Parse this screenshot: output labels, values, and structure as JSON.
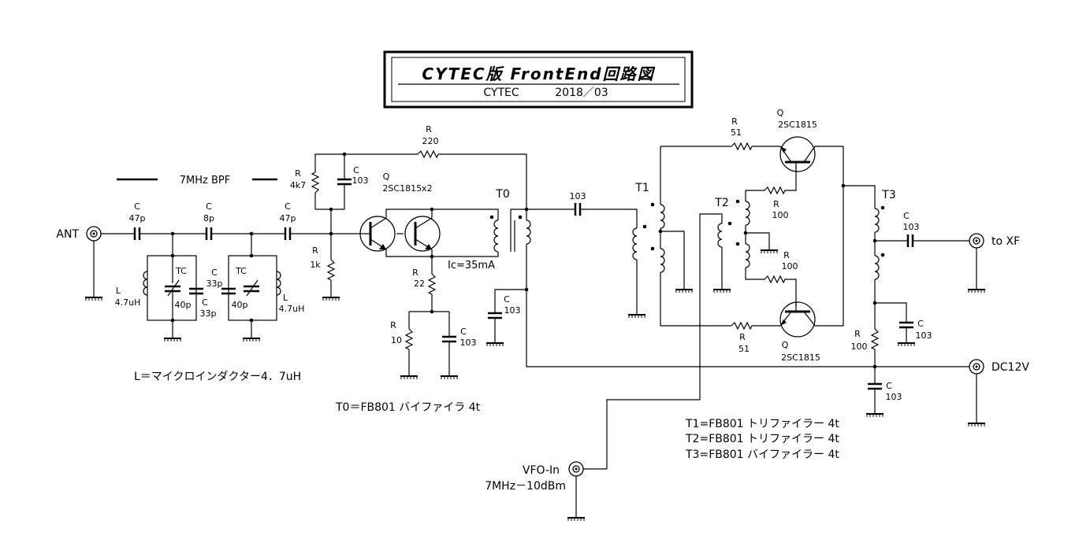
{
  "title": {
    "main": "CYTEC版 FrontEnd回路図",
    "author": "CYTEC",
    "date": "2018／03"
  },
  "bpf_label": "7MHz BPF",
  "ports": {
    "ant": "ANT",
    "to_xf": "to XF",
    "dc12v": "DC12V",
    "vfo_in": "VFO-In",
    "vfo_level": "7MHz－10dBm"
  },
  "components": {
    "c1": {
      "ref": "C",
      "value": "47p"
    },
    "c2": {
      "ref": "C",
      "value": "8p"
    },
    "c3": {
      "ref": "C",
      "value": "47p"
    },
    "l1": {
      "ref": "L",
      "value": "4.7uH"
    },
    "tc1": {
      "ref": "TC",
      "value": "40p"
    },
    "c4": {
      "ref": "C",
      "value": "33p"
    },
    "c5": {
      "ref": "C",
      "value": "33p"
    },
    "tc2": {
      "ref": "TC",
      "value": "40p"
    },
    "l2": {
      "ref": "L",
      "value": "4.7uH"
    },
    "r_bias_top": {
      "ref": "R",
      "value": "4k7"
    },
    "c_bias": {
      "ref": "C",
      "value": "103"
    },
    "r_bias_bot": {
      "ref": "R",
      "value": "1k"
    },
    "r_fb": {
      "ref": "R",
      "value": "220"
    },
    "q1": {
      "ref": "Q",
      "value": "2SC1815x2"
    },
    "r_e1": {
      "ref": "R",
      "value": "22"
    },
    "r_e2": {
      "ref": "R",
      "value": "10"
    },
    "c_e": {
      "ref": "C",
      "value": "103"
    },
    "ic": "Ic=35mA",
    "t0": "T0",
    "c_t0": {
      "ref": "C",
      "value": "103"
    },
    "c_couple": "103",
    "t1": "T1",
    "t2": "T2",
    "r51a": {
      "ref": "R",
      "value": "51"
    },
    "r51b": {
      "ref": "R",
      "value": "51"
    },
    "r100a": {
      "ref": "R",
      "value": "100"
    },
    "r100b": {
      "ref": "R",
      "value": "100"
    },
    "q2": {
      "ref": "Q",
      "value": "2SC1815"
    },
    "q3": {
      "ref": "Q",
      "value": "2SC1815"
    },
    "t3": "T3",
    "c_out": {
      "ref": "C",
      "value": "103"
    },
    "c_dec1": {
      "ref": "C",
      "value": "103"
    },
    "r_dec": {
      "ref": "R",
      "value": "100"
    },
    "c_dec2": {
      "ref": "C",
      "value": "103"
    }
  },
  "notes": {
    "inductor": "L＝マイクロインダクター4．7uH",
    "t0_note": "T0＝FB801 バイファイラ 4t",
    "t1_note": "T1=FB801 トリファイラー 4t",
    "t2_note": "T2=FB801 トリファイラー 4t",
    "t3_note": "T3=FB801 バイファイラー 4t"
  }
}
